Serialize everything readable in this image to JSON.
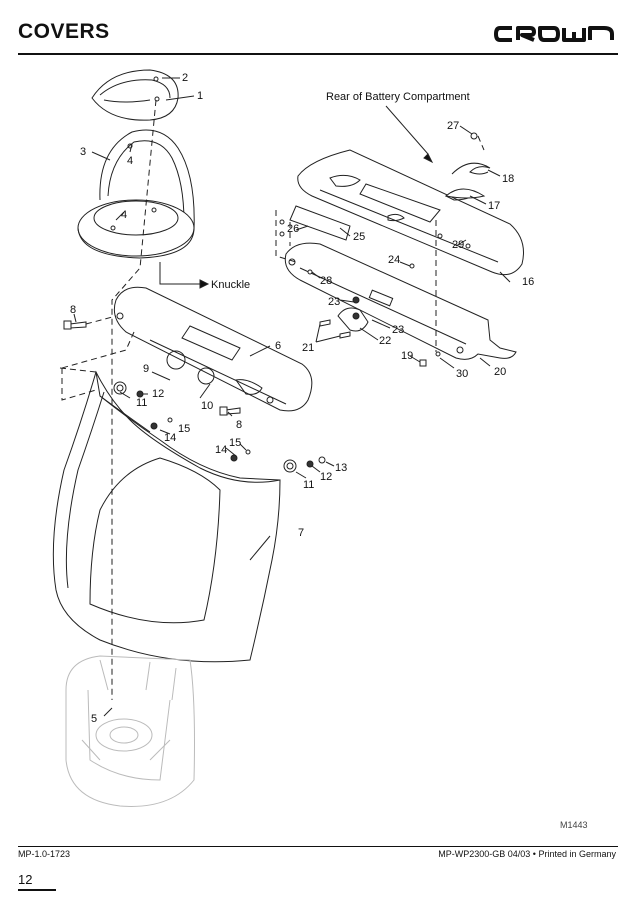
{
  "header": {
    "title": "COVERS",
    "brand": "CROWN"
  },
  "captions": {
    "rear": "Rear of Battery Compartment",
    "knuckle": "Knuckle"
  },
  "callouts": {
    "c1": "1",
    "c2": "2",
    "c3": "3",
    "c4a": "4",
    "c4b": "4",
    "c5": "5",
    "c6": "6",
    "c7": "7",
    "c8a": "8",
    "c8b": "8",
    "c9": "9",
    "c10": "10",
    "c11a": "11",
    "c11b": "11",
    "c12a": "12",
    "c12b": "12",
    "c13": "13",
    "c14a": "14",
    "c14b": "14",
    "c15a": "15",
    "c15b": "15",
    "c16": "16",
    "c17": "17",
    "c18": "18",
    "c19": "19",
    "c20": "20",
    "c21": "21",
    "c22": "22",
    "c23a": "23",
    "c23b": "23",
    "c24": "24",
    "c25": "25",
    "c26": "26",
    "c27": "27",
    "c28": "28",
    "c29": "29",
    "c30": "30"
  },
  "figure_id": "M1443",
  "footer": {
    "left": "MP-1.0-1723",
    "right": "MP-WP2300-GB 04/03 • Printed in Germany",
    "page": "12"
  }
}
